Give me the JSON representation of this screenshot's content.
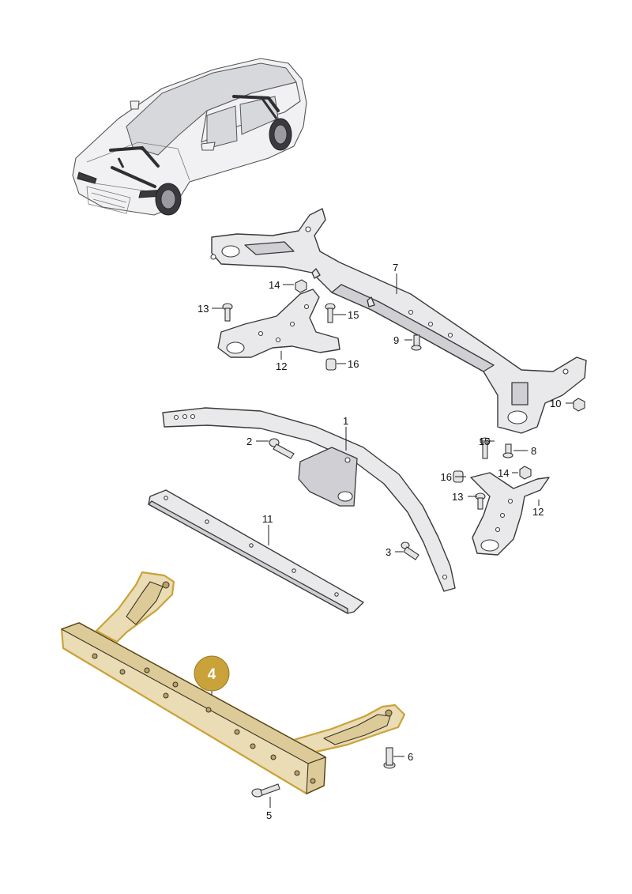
{
  "callouts": [
    {
      "id": "c1",
      "text": "1"
    },
    {
      "id": "c2",
      "text": "2"
    },
    {
      "id": "c3",
      "text": "3"
    },
    {
      "id": "c4",
      "text": "4"
    },
    {
      "id": "c5",
      "text": "5"
    },
    {
      "id": "c6",
      "text": "6"
    },
    {
      "id": "c7",
      "text": "7"
    },
    {
      "id": "c8",
      "text": "8"
    },
    {
      "id": "c9",
      "text": "9"
    },
    {
      "id": "c10",
      "text": "10"
    },
    {
      "id": "c11",
      "text": "11"
    },
    {
      "id": "c12a",
      "text": "12"
    },
    {
      "id": "c12b",
      "text": "12"
    },
    {
      "id": "c13a",
      "text": "13"
    },
    {
      "id": "c13b",
      "text": "13"
    },
    {
      "id": "c14a",
      "text": "14"
    },
    {
      "id": "c14b",
      "text": "14"
    },
    {
      "id": "c15a",
      "text": "15"
    },
    {
      "id": "c15b",
      "text": "15"
    },
    {
      "id": "c16a",
      "text": "16"
    },
    {
      "id": "c16b",
      "text": "16"
    }
  ],
  "highlight": {
    "part_number": "4",
    "color": "#c9a33a"
  }
}
